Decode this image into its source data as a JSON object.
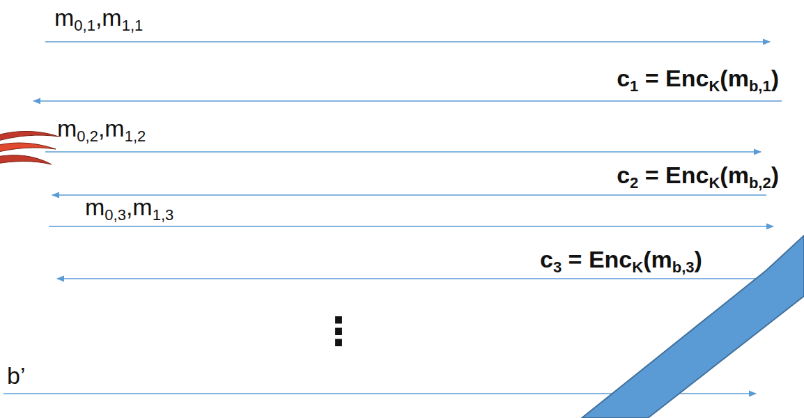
{
  "diagram": {
    "labels": [
      "m",
      "0,1",
      ",m",
      "1,1",
      "c",
      "1",
      " = Enc",
      "K",
      "(m",
      "b,1",
      ")",
      "m",
      "0,2",
      ",m",
      "1,2",
      "c",
      "2",
      " = Enc",
      "K",
      "(m",
      "b,2",
      ")",
      "m",
      "0,3",
      ",m",
      "1,3",
      "c",
      "3",
      " = Enc",
      "K",
      "(m",
      "b,3",
      ")",
      "⋮",
      "b’"
    ]
  }
}
